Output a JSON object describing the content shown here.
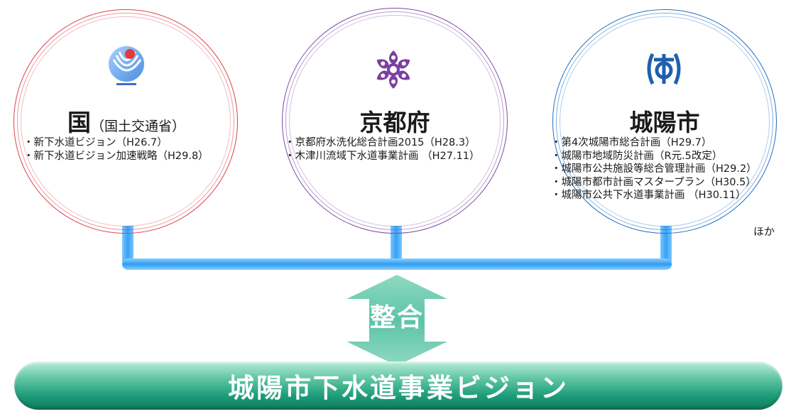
{
  "nodes": [
    {
      "title": "国",
      "subtitle": "（国土交通省）",
      "ring_color": "#d9434d",
      "icon": "mlit-logo-icon",
      "items": [
        "・新下水道ビジョン（H26.7）",
        "・新下水道ビジョン加速戦略（H29.8）"
      ]
    },
    {
      "title": "京都府",
      "subtitle": "",
      "ring_color": "#7b4aa8",
      "icon": "kyoto-prefecture-emblem-icon",
      "items": [
        "・京都府水洗化総合計画2015（H28.3）",
        "・木津川流域下水道事業計画 （H27.11）"
      ]
    },
    {
      "title": "城陽市",
      "subtitle": "",
      "ring_color": "#1f6fbf",
      "icon": "joyo-city-emblem-icon",
      "items": [
        "・第4次城陽市総合計画（H29.7）",
        "・城陽市地域防災計画（R元.5改定）",
        "・城陽市公共施設等総合管理計画（H29.2）",
        "・城陽市都市計画マスタープラン（H30.5）",
        "・城陽市公共下水道事業計画 （H30.11）"
      ],
      "extra": "ほか"
    }
  ],
  "arrow_label": "整合",
  "banner_label": "城陽市下水道事業ビジョン",
  "colors": {
    "connector": "#2f9cf2",
    "arrow": "#6fc9ad",
    "banner": "#1f9e7b"
  }
}
